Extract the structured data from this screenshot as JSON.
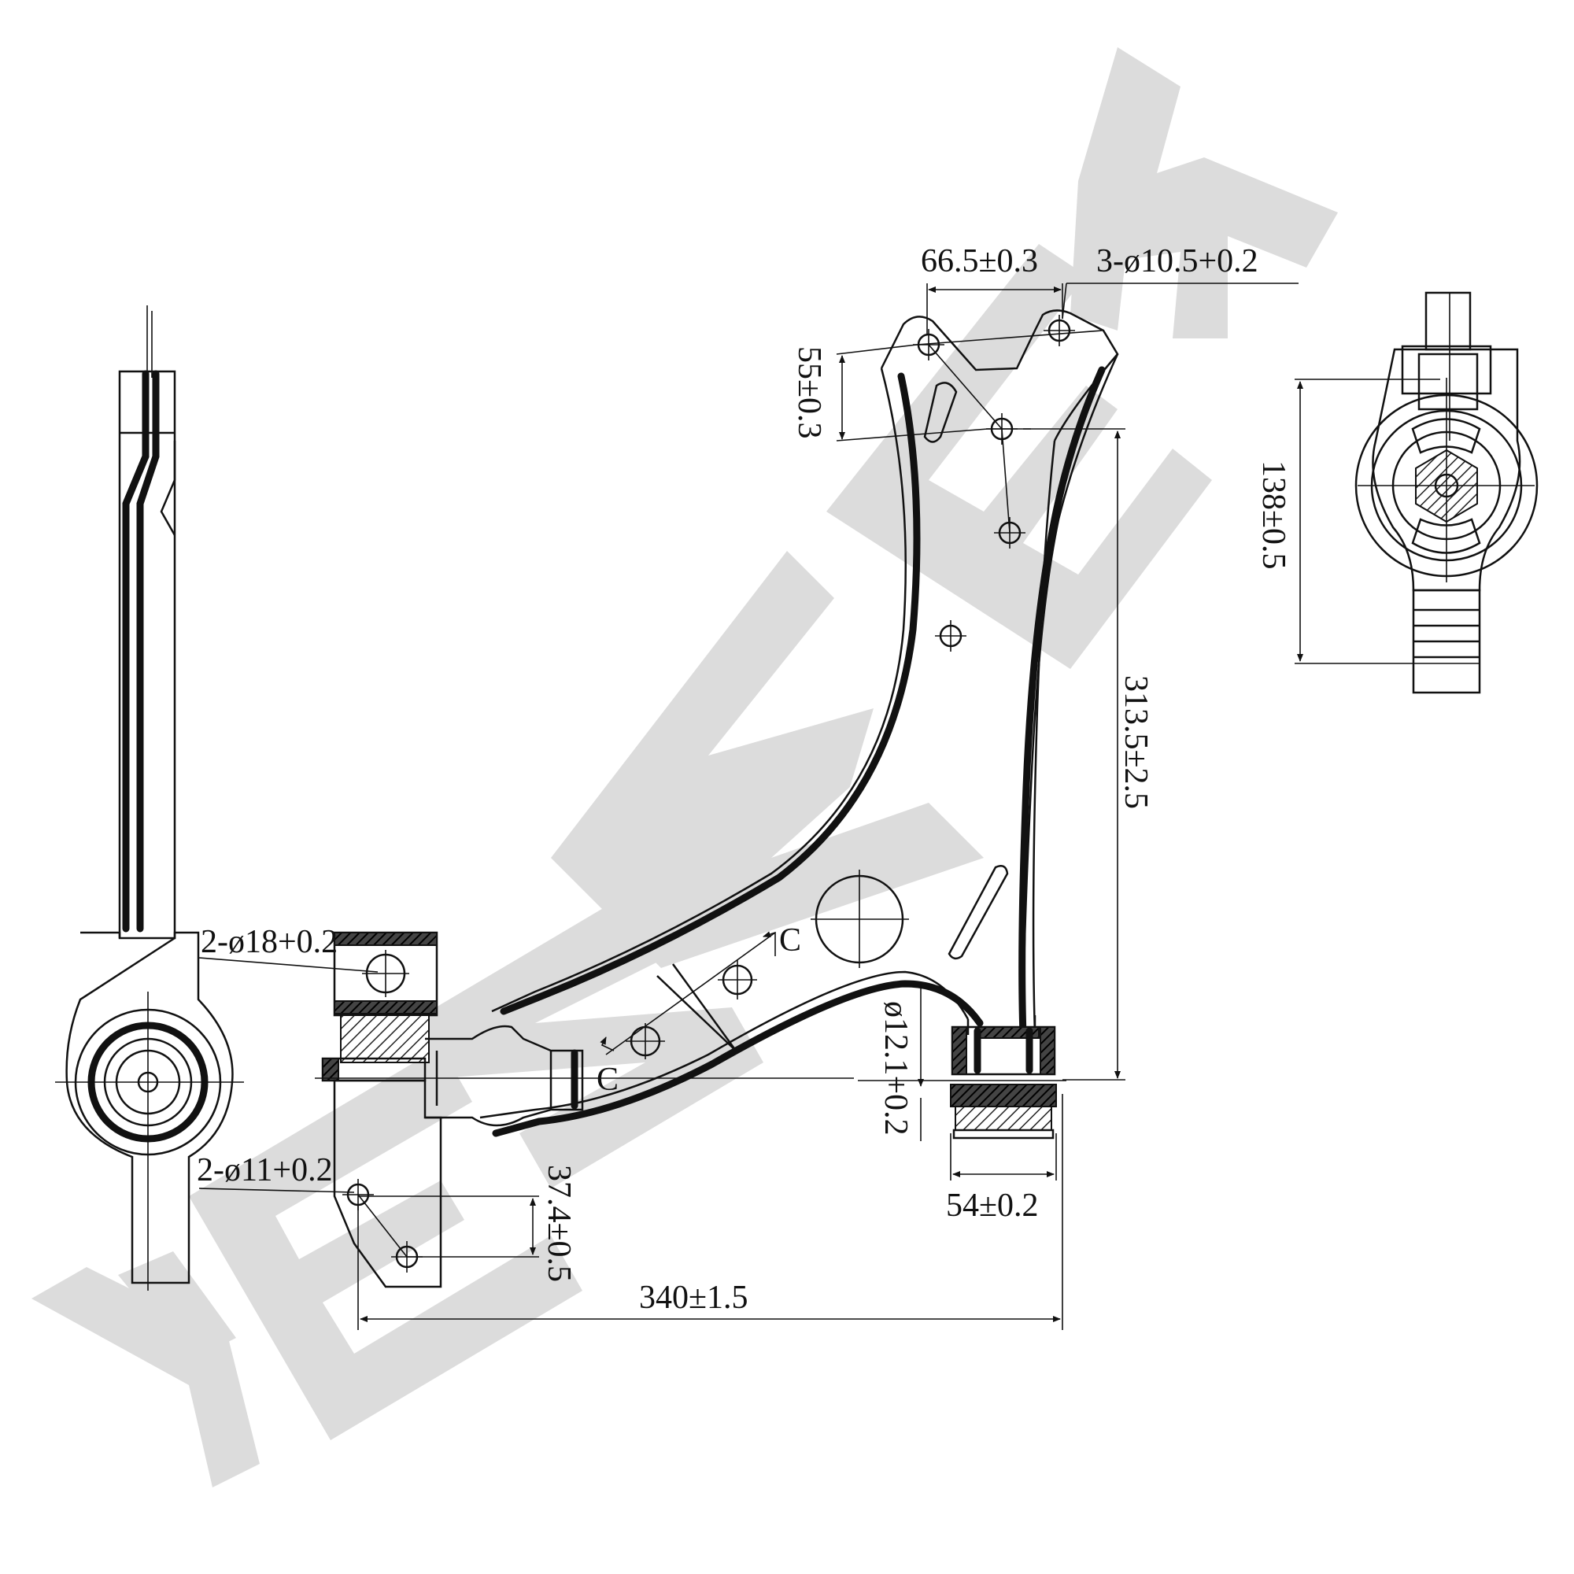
{
  "watermark": "YENWEK",
  "dimensions": {
    "top_hole_spacing": "66.5±0.3",
    "top_holes": "3-ø10.5+0.2",
    "top_vertical": "55±0.3",
    "bushing_height": "138±0.5",
    "arm_height": "313.5±2.5",
    "front_bore": "2-ø18+0.2",
    "front_holes": "2-ø11+0.2",
    "front_vertical": "37.4±0.5",
    "overall_length": "340±1.5",
    "ball_joint_bore": "ø12.1+0.2",
    "rear_width": "54±0.2",
    "section_mark": "C"
  }
}
